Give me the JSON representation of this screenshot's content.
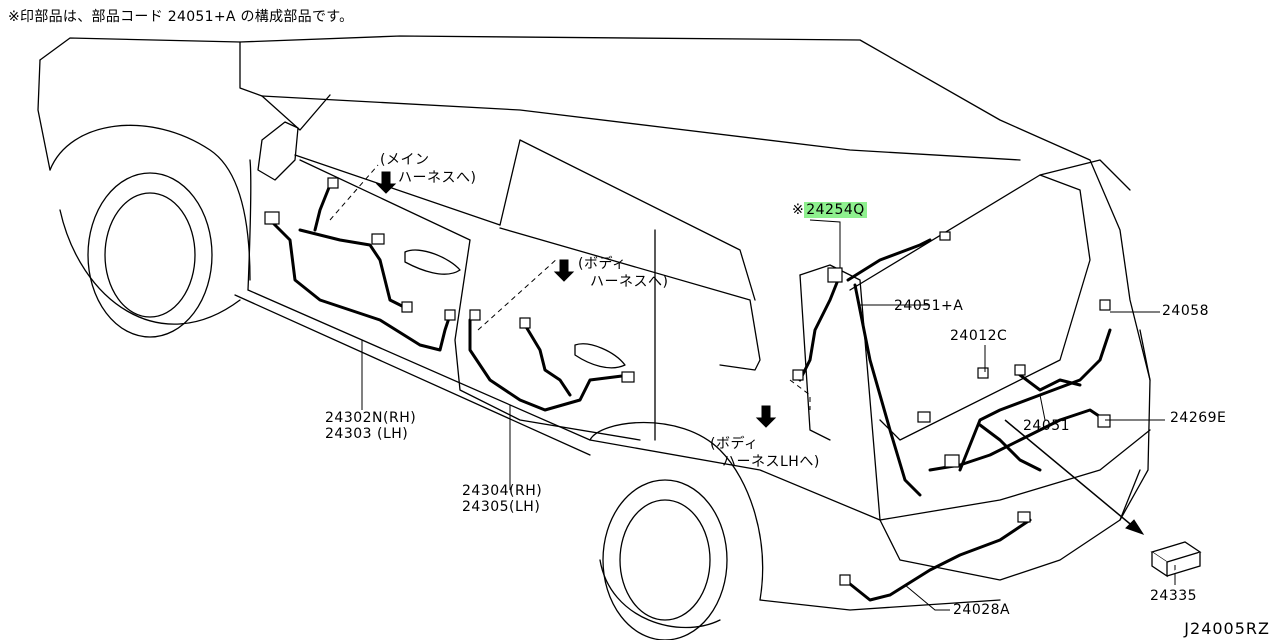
{
  "header_note": "※印部品は、部品コード 24051+A の構成部品です。",
  "diagram_code": "J24005RZ",
  "highlight_color": "#8ef08e",
  "callouts": {
    "main_harness_1": "(メイン",
    "main_harness_2": "ハーネスへ)",
    "body_harness_1": "(ボディ",
    "body_harness_2": "ハーネスへ)",
    "body_lh_1": "(ボディ",
    "body_lh_2": "ハーネスLHへ)"
  },
  "parts": {
    "p24254q_mark": "※",
    "p24254q": "24254Q",
    "p24051a": "24051+A",
    "p24058": "24058",
    "p24012c": "24012C",
    "p24051": "24051",
    "p24269e": "24269E",
    "p24302n": "24302N(RH)",
    "p24303": "24303 (LH)",
    "p24304": "24304(RH)",
    "p24305": "24305(LH)",
    "p24028a": "24028A",
    "p24335": "24335"
  }
}
